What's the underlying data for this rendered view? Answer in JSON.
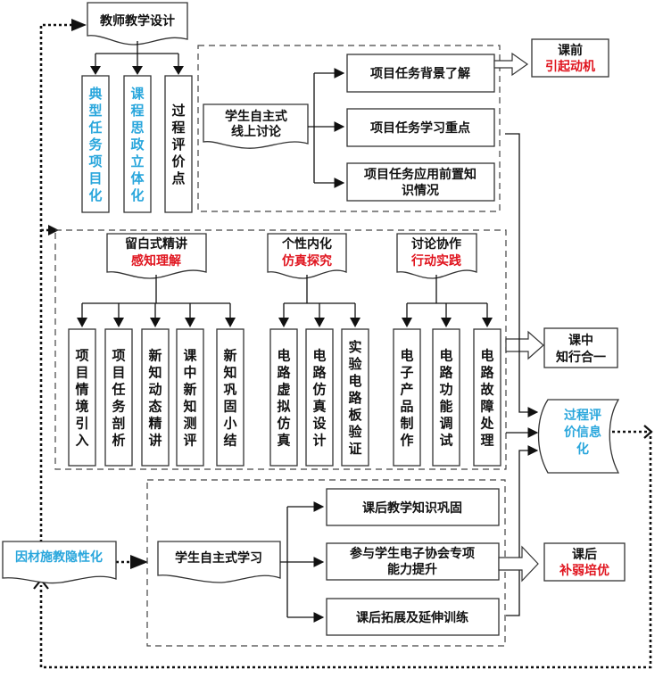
{
  "diagram": {
    "teacher_design": {
      "title": "教师教学设计",
      "items": [
        {
          "text": "典型任务项目化",
          "color": "blue"
        },
        {
          "text": "课程思政立体化",
          "color": "blue"
        },
        {
          "text": "过程评价点",
          "color": "black"
        }
      ]
    },
    "pre_class": {
      "source": [
        "学生自主式",
        "线上讨论"
      ],
      "tasks": [
        [
          "项目任务背景了解"
        ],
        [
          "项目任务学习重点"
        ],
        [
          "项目任务应用前置知",
          "识情况"
        ]
      ],
      "result": {
        "line1": "课前",
        "line2": "引起动机"
      }
    },
    "in_class": {
      "groups": [
        {
          "title": "留白式精讲",
          "subtitle": "感知理解",
          "items": [
            "项目情境引入",
            "项目任务剖析",
            "新知动态精讲",
            "课中新知测评",
            "新知巩固小结"
          ]
        },
        {
          "title": "个性内化",
          "subtitle": "仿真探究",
          "items": [
            "电路虚拟仿真",
            "电路仿真设计",
            "实验电路板验证"
          ]
        },
        {
          "title": "讨论协作",
          "subtitle": "行动实践",
          "items": [
            "电子产品制作",
            "电路功能调试",
            "电路故障处理"
          ]
        }
      ],
      "result": {
        "line1": "课中",
        "line2": "知行合一"
      }
    },
    "evaluation": {
      "lines": [
        "过程评",
        "价信息",
        "化"
      ]
    },
    "post_class": {
      "source": "学生自主式学习",
      "tasks": [
        [
          "课后教学知识巩固"
        ],
        [
          "参与学生电子协会专项",
          "能力提升"
        ],
        [
          "课后拓展及延伸训练"
        ]
      ],
      "result": {
        "line1": "课后",
        "line2": "补弱培优"
      }
    },
    "personalized": {
      "text": "因材施教隐性化"
    },
    "colors": {
      "blue": "#29a6dc",
      "red": "#e0141e",
      "black": "#111111"
    }
  }
}
